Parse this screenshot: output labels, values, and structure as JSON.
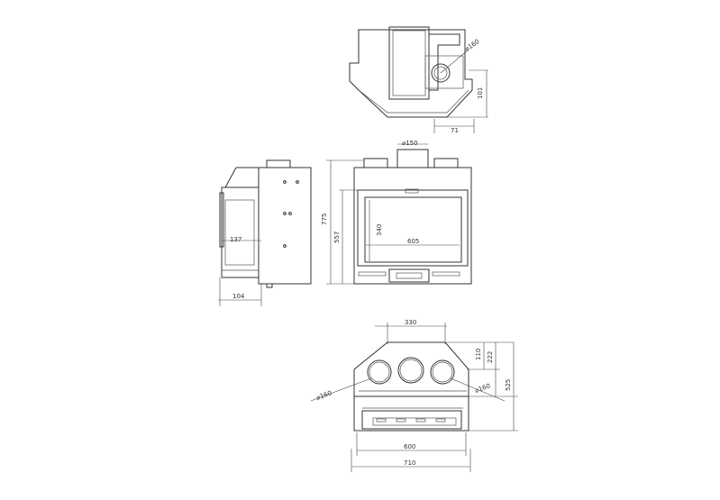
{
  "top_view": {
    "dia_label": "⌀160",
    "height_label": "101",
    "offset_label": "71"
  },
  "side_view": {
    "glass_label": "137",
    "depth_label": "104"
  },
  "front_view": {
    "flue_label": "⌀150",
    "height_total_label": "775",
    "height_body_label": "557",
    "glass_height_label": "340",
    "glass_width_label": "605"
  },
  "plan_view": {
    "top_width_label": "330",
    "d1_label": "110",
    "d2_label": "222",
    "d3_label": "525",
    "left_dia_label": "⌀160",
    "right_dia_label": "⌀160",
    "inner_width_label": "600",
    "outer_width_label": "710"
  }
}
